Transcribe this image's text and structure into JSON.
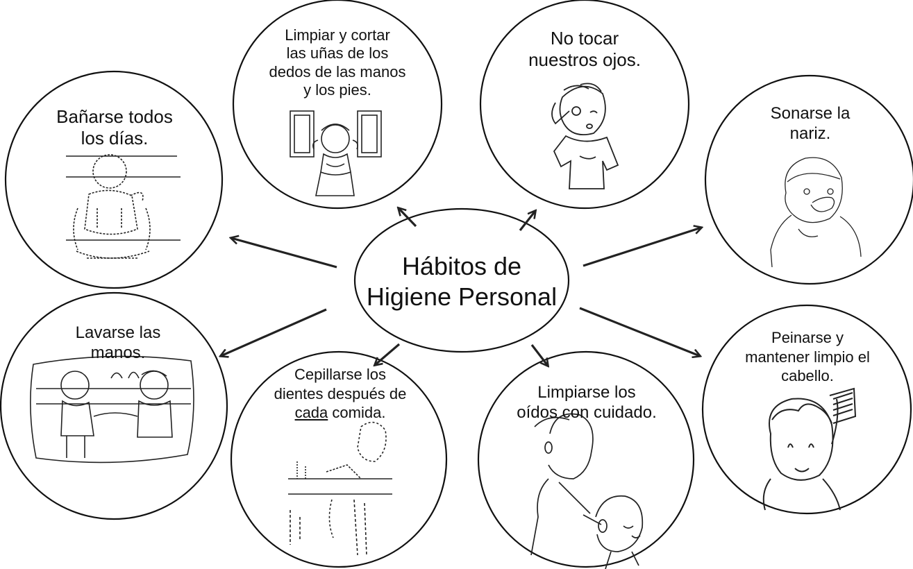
{
  "center": {
    "lines": [
      "Hábitos de",
      "Higiene Personal"
    ]
  },
  "habits": [
    {
      "id": "banarse",
      "lines": [
        "Bañarse todos",
        "los días."
      ]
    },
    {
      "id": "unas",
      "lines": [
        "Limpiar y cortar",
        "las uñas de los",
        "dedos de las manos",
        "y los pies."
      ]
    },
    {
      "id": "ojos",
      "lines": [
        "No tocar",
        "nuestros ojos."
      ]
    },
    {
      "id": "nariz",
      "lines": [
        "Sonarse la",
        "nariz."
      ]
    },
    {
      "id": "manos",
      "lines": [
        "Lavarse las",
        "manos."
      ]
    },
    {
      "id": "dientes",
      "lines": [
        "Cepillarse los",
        "dientes después de"
      ],
      "last_underlined": "cada",
      "last_rest": " comida."
    },
    {
      "id": "oidos",
      "lines": [
        "Limpiarse los",
        "oídos con cuidado."
      ]
    },
    {
      "id": "cabello",
      "lines": [
        "Peinarse y",
        "mantener limpio el",
        "cabello."
      ]
    }
  ]
}
